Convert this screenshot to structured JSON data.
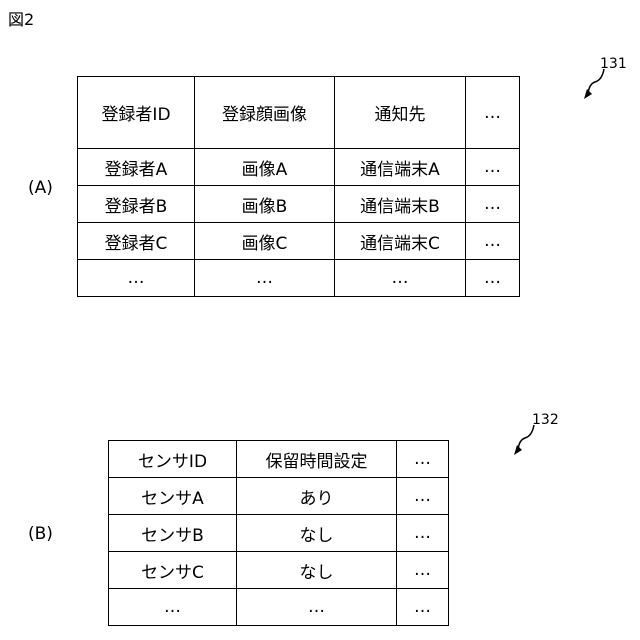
{
  "figure_title": "図2",
  "table_a": {
    "ref_number": "131",
    "side_label": "(A)",
    "headers": [
      "登録者ID",
      "登録顔画像",
      "通知先",
      "…"
    ],
    "rows": [
      [
        "登録者A",
        "画像A",
        "通信端末A",
        "…"
      ],
      [
        "登録者B",
        "画像B",
        "通信端末B",
        "…"
      ],
      [
        "登録者C",
        "画像C",
        "通信端末C",
        "…"
      ],
      [
        "…",
        "…",
        "…",
        "…"
      ]
    ]
  },
  "table_b": {
    "ref_number": "132",
    "side_label": "(B)",
    "headers": [
      "センサID",
      "保留時間設定",
      "…"
    ],
    "rows": [
      [
        "センサA",
        "あり",
        "…"
      ],
      [
        "センサB",
        "なし",
        "…"
      ],
      [
        "センサC",
        "なし",
        "…"
      ],
      [
        "…",
        "…",
        "…"
      ]
    ]
  }
}
